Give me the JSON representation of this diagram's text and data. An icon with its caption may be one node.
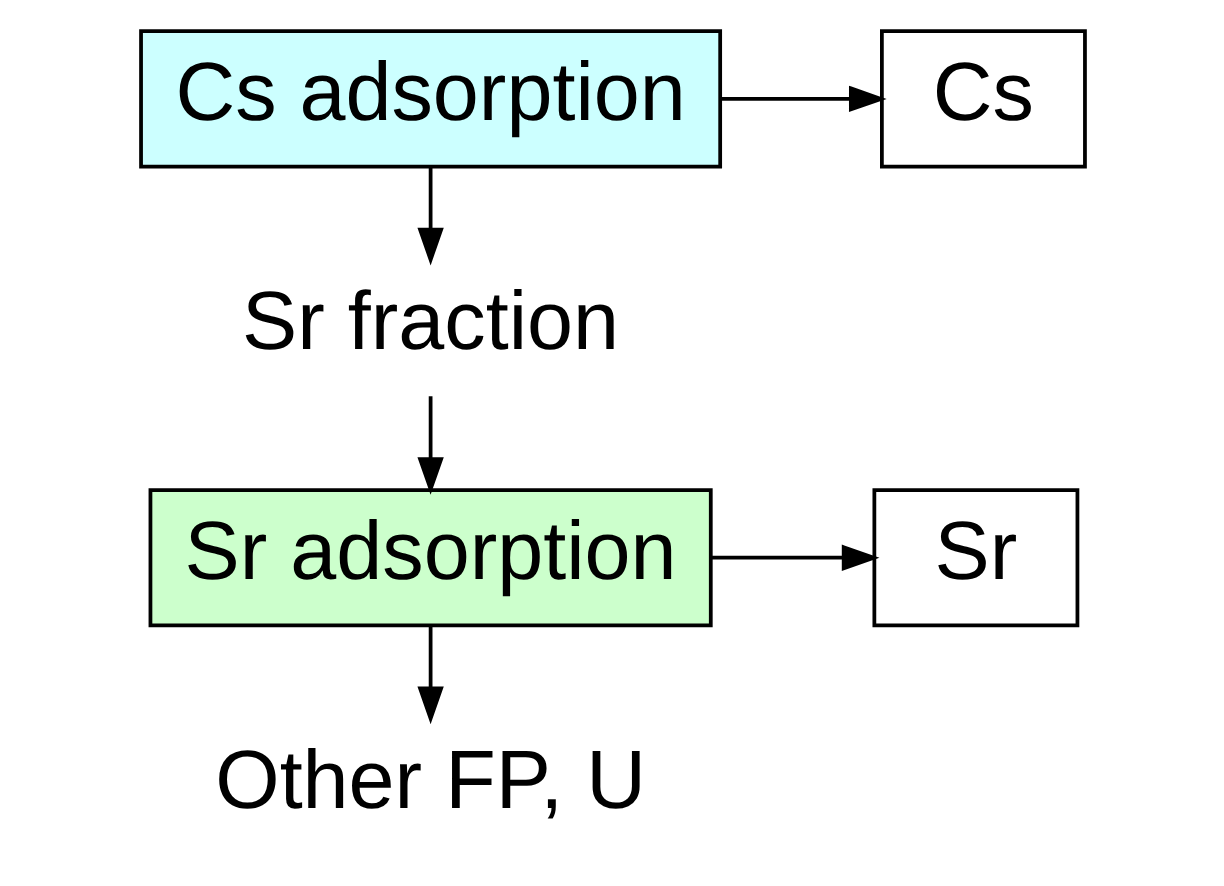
{
  "diagram": {
    "nodes": [
      {
        "text": [
          "Cs adsorption"
        ]
      },
      {
        "text": [
          "Cs"
        ]
      },
      {
        "text": [
          "Sr fraction"
        ]
      },
      {
        "text": [
          "Sr adsorption"
        ]
      },
      {
        "text": [
          "Sr"
        ]
      },
      {
        "text": [
          "Other FP, U"
        ]
      }
    ],
    "edges": [
      {
        "from": 0,
        "to": 1,
        "arrow": "to"
      },
      {
        "from": 0,
        "to": 2,
        "arrow": "to"
      },
      {
        "from": 2,
        "to": 3,
        "arrow": "to"
      },
      {
        "from": 3,
        "to": 4,
        "arrow": "to"
      },
      {
        "from": 3,
        "to": 5,
        "arrow": "to"
      }
    ]
  }
}
